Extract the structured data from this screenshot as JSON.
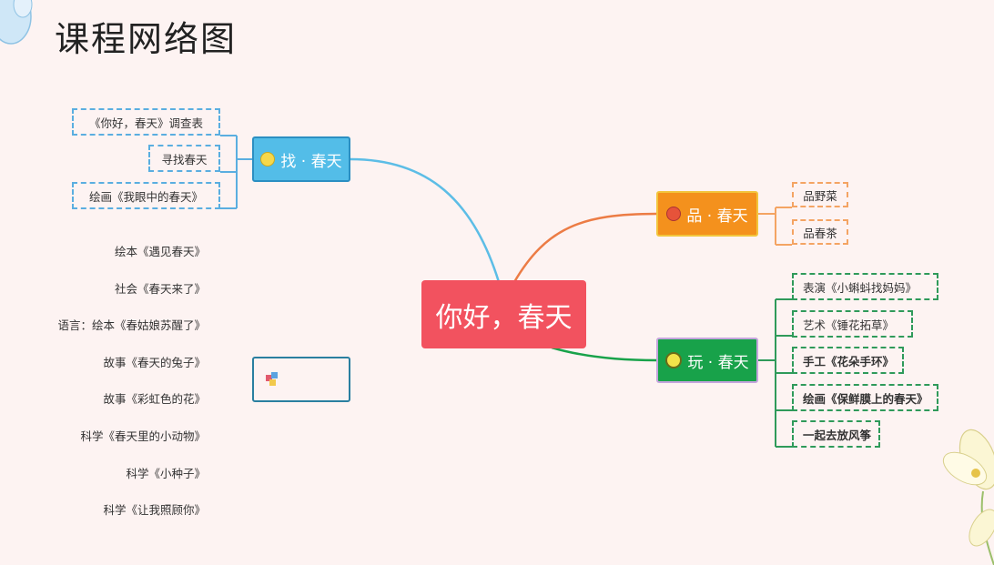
{
  "page_title": "课程网络图",
  "center": "你好，春天",
  "branches": {
    "find": {
      "label": "找 · 春天",
      "color": "#53bde8"
    },
    "taste": {
      "label": "品 · 春天",
      "color": "#f4911d"
    },
    "play": {
      "label": "玩 · 春天",
      "color": "#18a24a"
    }
  },
  "find_items": [
    "《你好，春天》调查表",
    "寻找春天",
    "绘画《我眼中的春天》"
  ],
  "taste_items": [
    "品野菜",
    "品春茶"
  ],
  "play_items": [
    "表演《小蝌蚪找妈妈》",
    "艺术《锤花拓草》",
    "手工《花朵手环》",
    "绘画《保鲜膜上的春天》",
    "一起去放风筝"
  ],
  "plain_items": [
    "绘本《遇见春天》",
    "社会《春天来了》",
    "语言：绘本《春姑娘苏醒了》",
    "故事《春天的兔子》",
    "故事《彩虹色的花》",
    "科学《春天里的小动物》",
    "科学《小种子》",
    "科学《让我照顾你》"
  ],
  "center_color": "#f2525f"
}
